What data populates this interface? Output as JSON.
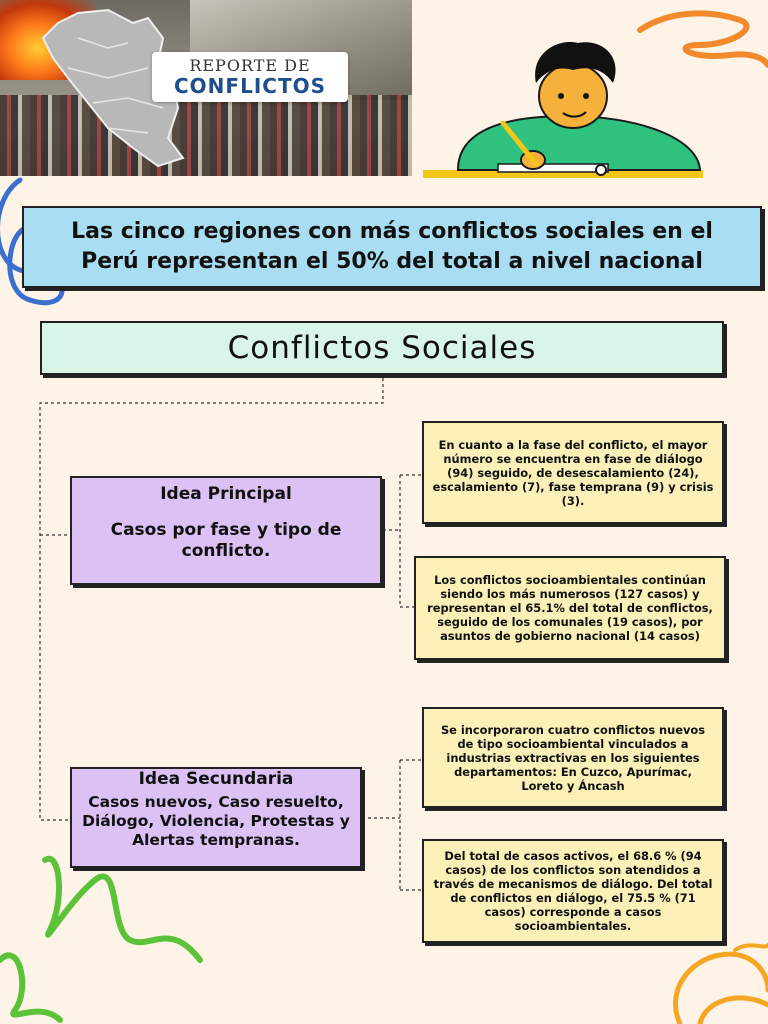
{
  "header_image": {
    "badge_top": "REPORTE DE",
    "badge_bottom": "CONFLICTOS"
  },
  "title": "Las cinco regiones con más conflictos sociales en el Perú representan el 50% del total a nivel nacional",
  "main_topic": "Conflictos Sociales",
  "idea_principal": {
    "title": "Idea Principal",
    "body": "Casos por fase y tipo de conflicto.",
    "notes": [
      "En cuanto a la fase del conflicto, el mayor número se encuentra en fase de diálogo (94) seguido, de desescalamiento (24), escalamiento (7), fase temprana (9) y crisis (3).",
      "Los conflictos socioambientales continúan siendo los más numerosos (127 casos) y representan el 65.1% del total de conflictos, seguido de los comunales (19 casos), por asuntos de gobierno nacional (14 casos)"
    ]
  },
  "idea_secundaria": {
    "title": "Idea Secundaria",
    "body": "Casos nuevos, Caso resuelto, Diálogo, Violencia, Protestas y Alertas tempranas.",
    "notes": [
      "Se incorporaron cuatro conflictos nuevos de tipo socioambiental vinculados a industrias extractivas en los siguientes departamentos: En Cuzco, Apurímac, Loreto y Áncash",
      "Del total de casos activos, el 68.6 % (94 casos) de los conflictos son atendidos a través de mecanismos de diálogo. Del total de conflictos en diálogo, el 75.5 % (71 casos) corresponde a casos socioambientales."
    ]
  },
  "colors": {
    "title_bg": "#a9ddf2",
    "topic_bg": "#d9f5e8",
    "idea_bg": "#dcc1f5",
    "note_bg": "#faf0b8",
    "page_bg": "#fdf4e7"
  }
}
